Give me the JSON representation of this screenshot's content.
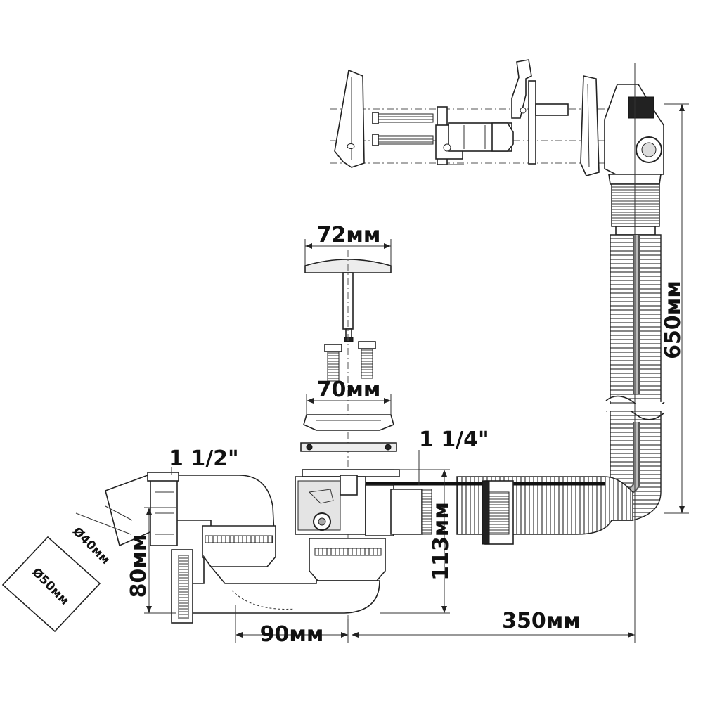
{
  "dimensions": {
    "stopper_diameter": "72мм",
    "flange_diameter": "70мм",
    "thread_overflow": "1 1/4\"",
    "thread_outlet": "1 1/2\"",
    "outlet_inner": "Ø40мм",
    "outlet_outer": "Ø50мм",
    "trap_height": "80мм",
    "drain_height": "113мм",
    "trap_length": "90мм",
    "drain_to_overflow": "350мм",
    "overflow_hose_height": "650мм"
  },
  "colors": {
    "line": "#222222",
    "fill": "#ffffff",
    "shade": "#ededed"
  }
}
